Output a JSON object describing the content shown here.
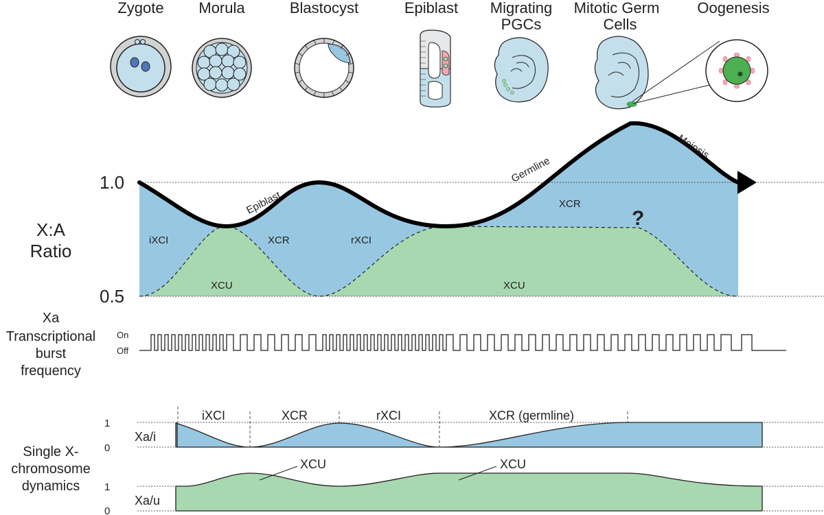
{
  "stages": [
    "Zygote",
    "Morula",
    "Blastocyst",
    "Epiblast",
    "Migrating",
    "PGCs",
    "Mitotic Germ",
    "Cells",
    "Oogenesis"
  ],
  "ratio_axis": {
    "label_line1": "X:A",
    "label_line2": "Ratio",
    "tick_high": "1.0",
    "tick_low": "0.5"
  },
  "curve_labels": {
    "epiblast": "Epiblast",
    "germline": "Germline",
    "meiosis": "Meiosis"
  },
  "region_labels": {
    "ixci": "iXCI",
    "xcr_1": "XCR",
    "rxci": "rXCI",
    "xcr_top": "XCR",
    "xcu_1": "XCU",
    "xcu_2": "XCU",
    "question": "?"
  },
  "burst": {
    "label_lines": [
      "Xa",
      "Transcriptional",
      "burst",
      "frequency"
    ],
    "on": "On",
    "off": "Off"
  },
  "single": {
    "label_lines": [
      "Single X-",
      "chromosome",
      "dynamics"
    ],
    "phases": [
      "iXCI",
      "XCR",
      "rXCI",
      "XCR (germline)"
    ],
    "xai_label": "Xa/i",
    "xau_label": "Xa/u",
    "tick_1_top": "1",
    "tick_0_top": "0",
    "tick_1_bottom": "1",
    "tick_0_bottom": "0",
    "xcu_1": "XCU",
    "xcu_2": "XCU"
  },
  "colors": {
    "blue": "#98c8e1",
    "green": "#a8d8b0",
    "outline": "#231f20",
    "pink": "#f2a7b1",
    "dark_green": "#2f8a4a",
    "cell_blue": "#c3dfec"
  }
}
